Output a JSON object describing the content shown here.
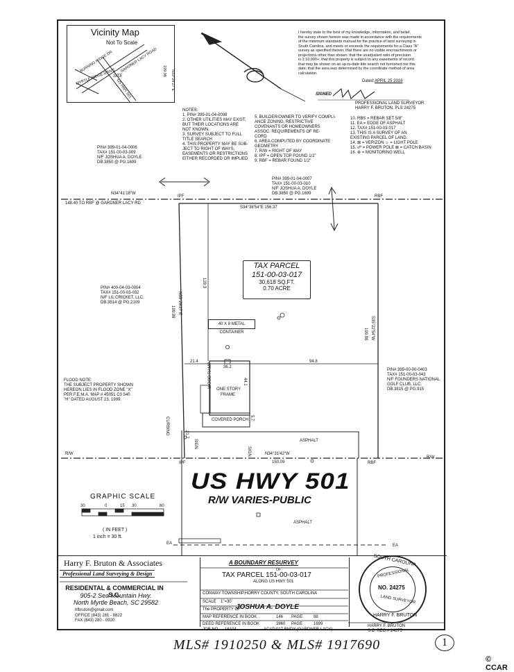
{
  "vicinity_map": {
    "title": "Vicinity Map",
    "subtitle": "Not To Scale",
    "roads": [
      "BURNING RIDGE DR",
      "GARDNER LACY ROAD",
      "MYRTLE RIDGE DRIVE",
      "SITE",
      "US HWY 501"
    ],
    "ref_line": "N33°28'27\"E",
    "ref_dist": "199.98"
  },
  "certification": {
    "text": [
      "I hereby state to the best of my knowledge, information, and belief,",
      "the survey shown hereon was made in accordance with the requirements",
      "of the minimum standards manual for the practice of land surveying in",
      "South Carolina, and meets or exceeds the requirements for a Class \"A\"",
      "survey as specified therein; that there are no visible encroachments or",
      "projections other than shown: that the unadjusted ratio of precision",
      "is 1:10,000+; that this property is subject to any easements of record",
      "that may be shown on an up-to-date title search not furnished me this",
      "date; that the area was determined by the coordinate method of area",
      "calculation."
    ],
    "date_label": "Dated:",
    "date": "APRIL 25 2016",
    "signed_label": "SIGNED",
    "surveyor_title": "PROFESSIONAL LAND SURVEYOR",
    "surveyor_name": "HARRY F. BRUTON, PLS 24275"
  },
  "notes_col1": [
    "NOTES:",
    "1.  PIN# 399-01-04-0008",
    "2.  OTHER UTILITIES MAY EXIST,",
    "     BUT THEIR LOCATIONS ARE",
    "     NOT KNOWN.",
    "3.  SURVEY SUBJECT TO FULL",
    "     TITLE SEARCH",
    "4.  THIS PROPERTY MAY BE SUB-",
    "     JECT TO RIGHT OF WAYS,",
    "     EASEMENTS OR RESTRICTIONS",
    "     EITHER RECORDED OR IMPLIED"
  ],
  "notes_col2": [
    "5.  BUILDER/OWNER TO VERIFY COMPLI-",
    "     ANCE ZONING, RESTRICTIVE",
    "     COVENANTS OR HOMEOWNERS",
    "     ASSOC. REQUIREMENTS OF RE-",
    "     CORD",
    "6.  AREA COMPUTED BY COORDINATE",
    "     GEOMETRY",
    "7.  R/W = RIGHT OF WAY",
    "8.  IPF = OPEN TOP FOUND 1/2\"",
    "9.  RBF = REBAR FOUND 1/2\""
  ],
  "notes_col3": [
    "10.  RBS = REBAR SET 5/8\"",
    "11.  EA = EDGE OF ASPHALT",
    "12.  TAX# 151-00-03-017",
    "13.  THIS IS A SURVEY OF AN",
    "       EXISTING PARCEL OF LAND.",
    "",
    "14.  ⊠ = VERIZON  ☼ = LIGHT POLE",
    "",
    "15.  ☍ = POWER POLE ⊠ = CATCH BASIN",
    "16.  ⊕ = MONITORING WELL"
  ],
  "adjoiners": {
    "nw": [
      "PIN# 399-01-04-0006",
      "TAX# 151-00-03-009",
      "N/F JOSHUA A. DOYLE",
      "DB.3850 @ PG.1699"
    ],
    "n": [
      "PIN# 399-01-04-0007",
      "TAX# 151-00-03-010",
      "N/F JOSHUA A. DOYLE",
      "DB.3850 @ PG.1699"
    ],
    "w": [
      "PIN# 400-04-03-0004",
      "TAX# 151-00-03-032",
      "N/F LIL CRICKET, LLC.",
      "DB.3514 @ PG.2109"
    ],
    "e": [
      "PIN# 399-00-00-0403",
      "TAX# 151-00-03-043",
      "N/F FOUNDERS NATIONAL",
      "GOLF CLUB, LLC.",
      "DB.3815 @ PG.915"
    ]
  },
  "flood_note": [
    "FLOOD NOTE:",
    "THE SUBJECT PROPERTY SHOWN",
    "HEREON LIES IN FLOOD ZONE \"X\"",
    "PER F.E.M.A. MAP # 45051 C0 540",
    "\"H\" DATED AUGUST 23, 1999."
  ],
  "plat": {
    "top_left_call": "N34°41'18\"W",
    "top_left_dist": "148.40 TO RBF @ GARDNER LACY RD",
    "top_call": "S34°38'54\"E  156.37",
    "ipf_top": "IPF",
    "rbf_top": "RBF",
    "west_call": "N33°28'27\"E",
    "west_dist": "199.98",
    "east_call": "S35°22'54\"W",
    "east_dist": "199.98",
    "bottom_call": "N34°31'42\"W",
    "bottom_dist": "150.09",
    "ipf_bottom": "IPF",
    "rbf_bottom": "RBF",
    "rw_left": "R/W",
    "rw_right": "R/W",
    "dim_128": "128.3",
    "dim_214": "21.4",
    "dim_362": "36.2",
    "dim_948": "94.8",
    "dim_441": "44.1",
    "dim_217": "21.7",
    "dim_57": "5.7",
    "parcel_title": "TAX PARCEL",
    "parcel_number": "151-00-03-017",
    "parcel_area": "30,618 SQ.FT.",
    "parcel_acre": "0.70 ACRE",
    "container": "40 X 8 METAL CONTAINER",
    "house": [
      "ONE STORY",
      "FRAME"
    ],
    "wood_ramp": "WOOD RAMP",
    "covered_porch": "COVERED PORCH",
    "asphalt1": "ASPHALT",
    "asphalt2": "ASPHALT",
    "curbing": "CURBING",
    "sign1": "SIGN",
    "sign2": "SIGN",
    "ea_left": "EA",
    "ea_right": "EA"
  },
  "highway": {
    "name": "US HWY 501",
    "rw": "R/W VARIES-PUBLIC"
  },
  "graphic_scale": {
    "title": "GRAPHIC SCALE",
    "ticks": [
      "30",
      "0",
      "15",
      "30",
      "60"
    ],
    "unit": "( IN FEET )",
    "ratio": "1 inch = 30  ft."
  },
  "title_block": {
    "firm": "Harry F. Bruton & Associates",
    "firm_sub": "Professional Land Surveying & Design",
    "res": "RESIDENTAL & COMMERCIAL IN S.C.",
    "addr1": "905-2 Sea Mountain Hwy.",
    "addr2": "North Myrtle Beach, SC 29582",
    "email": "hfbruton@gmail.com",
    "office": "OFFICE (843) 281 - 8822",
    "fax": "FAX    (843) 280 - 0920",
    "survey_type": "A BOUNDARY RESURVEY",
    "of": "OF",
    "tax_parcel": "TAX PARCEL 151-00-03-017",
    "along": "ALONG US HWY 501",
    "township": "CONWAY TOWNSHIP,HORRY COUNTY, SOUTH CAROLINA",
    "scale_label": "SCALE",
    "scale": "1\"=30'",
    "property_label": "The PROPERTY OF",
    "owner": "JOSHUA A. DOYLE",
    "map_ref_label": "MAP REFERENCE IN BOOK",
    "map_ref_book": "146",
    "page_label": "PAGE",
    "map_ref_page": "88",
    "deed_ref_label": "DEED REFERENCE IN BOOK",
    "deed_ref_book": "3860",
    "deed_ref_page": "1699",
    "job_label": "JOB NO.",
    "job_no": "16104",
    "acad_label": "ACAD:",
    "acad": "017 BNDY (GARDNER LACY)",
    "seal_outer": "SOUTH CAROLINA",
    "seal_top": "PROFESSIONAL",
    "seal_no": "NO. 24275",
    "seal_bottom": "LAND SURVEYOR",
    "seal_name": "HARRY F. BRUTON",
    "signer_name": "HARRY F. BRUTON",
    "signer_reg": "S.C. REG.# 24275"
  },
  "handwriting": "MLS# 1910250 & MLS# 1917690",
  "handwriting_page": "1",
  "footer_brand": "CCAR",
  "footer_mark": "©"
}
